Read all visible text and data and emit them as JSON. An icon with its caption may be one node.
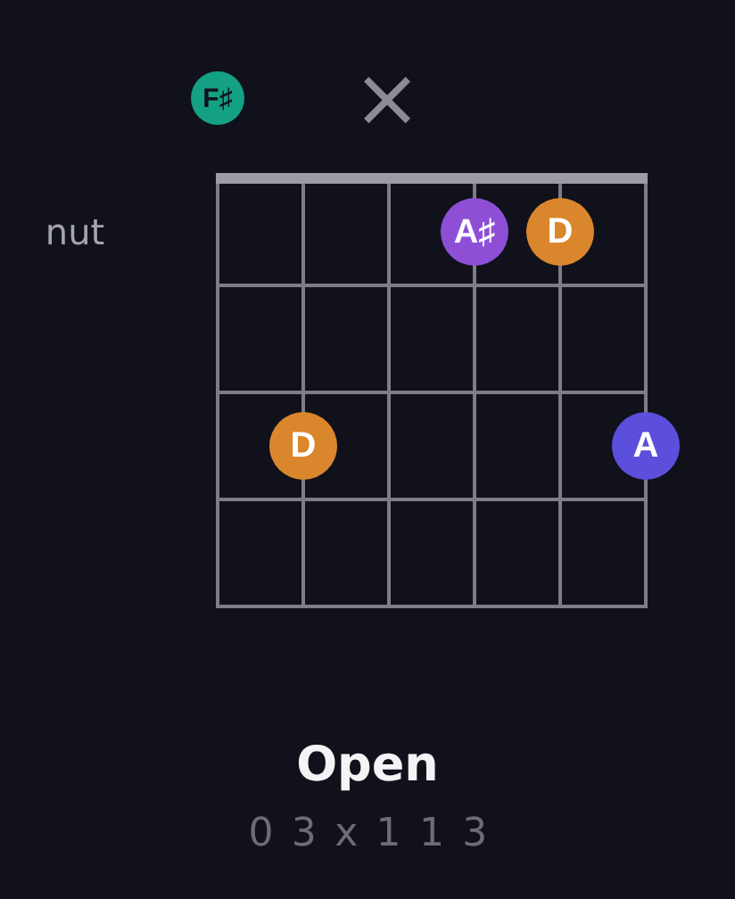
{
  "diagram": {
    "caption": "Open",
    "nodes": [
      {
        "text": [
          "F♯"
        ]
      },
      {
        "text": [
          "A♯"
        ]
      },
      {
        "text": [
          "D"
        ]
      },
      {
        "text": [
          "D"
        ]
      },
      {
        "text": [
          "A"
        ]
      }
    ],
    "labels": [
      "×",
      "nut",
      "0 3 x 1 1 3"
    ]
  }
}
